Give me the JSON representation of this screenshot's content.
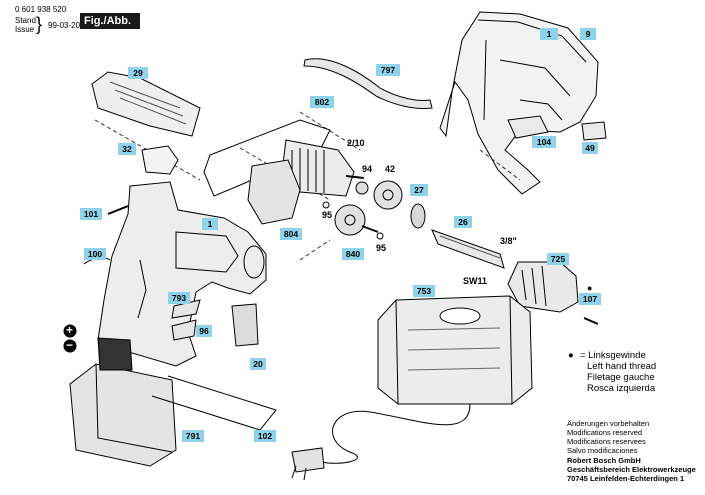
{
  "header": {
    "part_number": "0 601 938 520",
    "stand_label": "Stand",
    "issue_label": "Issue",
    "date": "99-03-20",
    "figure_label": "Fig./Abb. 1"
  },
  "parts": {
    "p1a": "1",
    "p9": "9",
    "p29": "29",
    "p797": "797",
    "p802": "802",
    "p210": "2/10",
    "p32": "32",
    "p104": "104",
    "p49": "49",
    "p94": "94",
    "p42": "42",
    "p27": "27",
    "p101": "101",
    "p1b": "1",
    "p95a": "95",
    "p804": "804",
    "p26": "26",
    "p38": "3/8\"",
    "p840": "840",
    "p95b": "95",
    "p100": "100",
    "pSW11": "SW11",
    "p725": "725",
    "p753": "753",
    "p107": "107",
    "p793": "793",
    "p96": "96",
    "p20": "20",
    "p791": "791",
    "p102": "102"
  },
  "symbols": {
    "plus": "+",
    "minus": "−",
    "dot": "●"
  },
  "legend": {
    "line1": "= Linksgewinde",
    "line2": "Left hand thread",
    "line3": "Filetage gauche",
    "line4": "Rosca izquierda"
  },
  "notes": {
    "line1": "Änderungen vorbehalten",
    "line2": "Modifications reserved",
    "line3": "Modifications reservees",
    "line4": "Salvo modificaciones",
    "line5": "Robert Bosch GmbH",
    "line6": "Geschäftsbereich Elektrowerkzeuge",
    "line7": "70745 Leinfelden-Echterdingen 1"
  }
}
